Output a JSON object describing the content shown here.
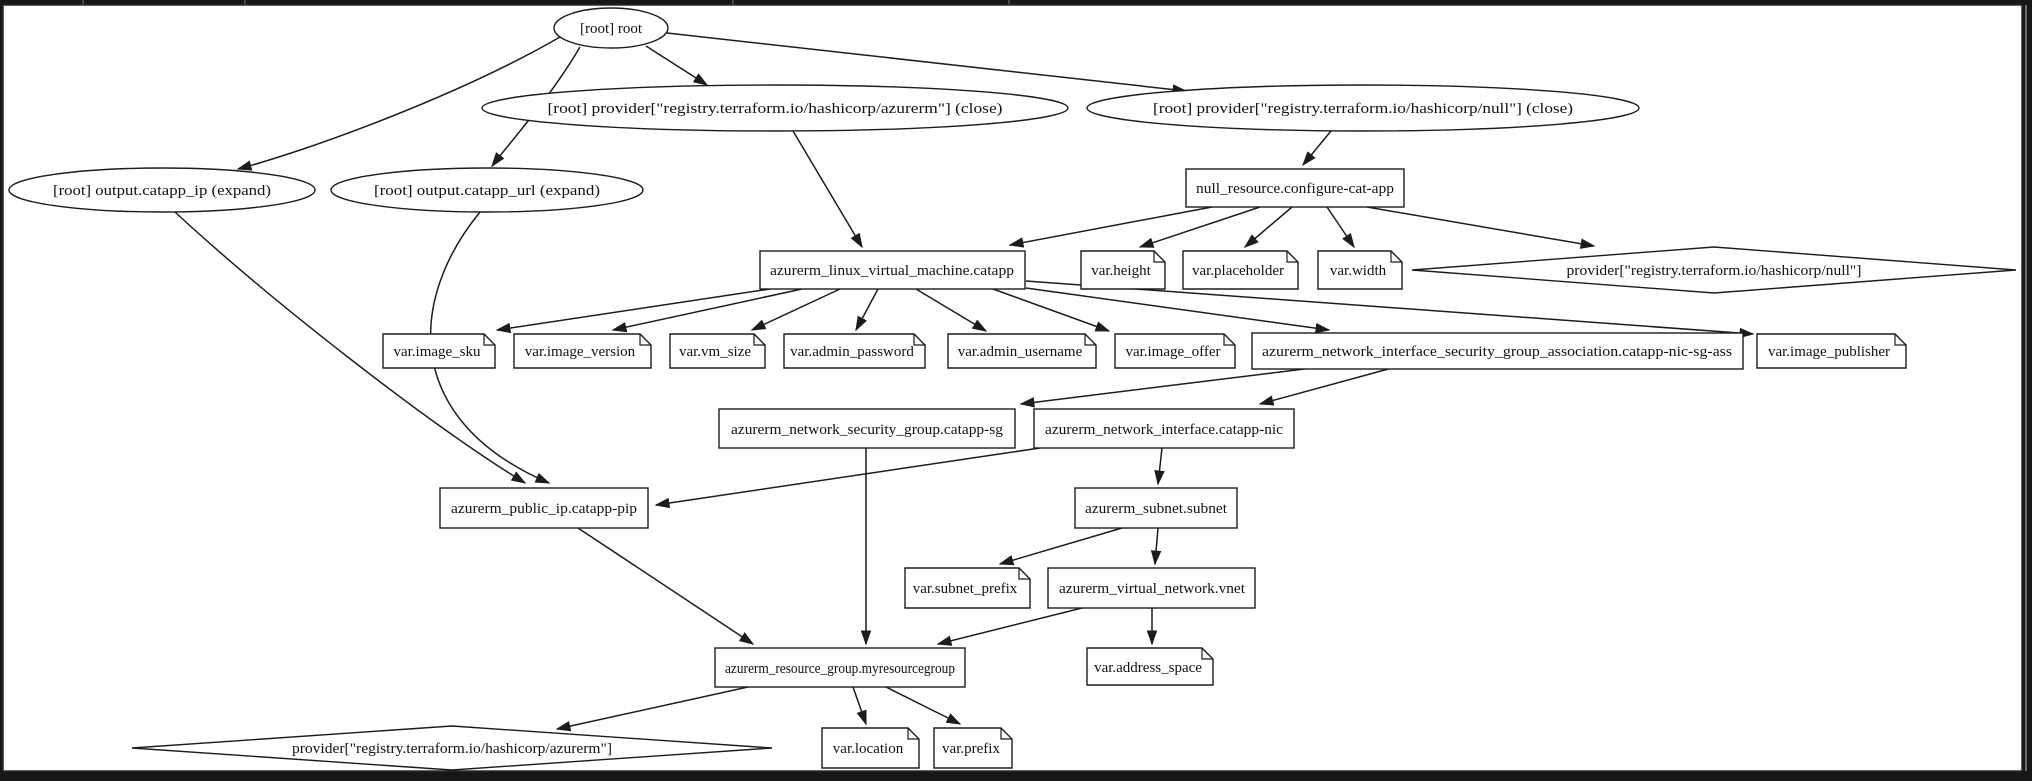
{
  "diagram": {
    "kind": "terraform dependency graph",
    "canvas_color": "#ffffff",
    "frame_color": "#171717",
    "line_color": "#1c1c1c",
    "nodes": {
      "root": {
        "label": "[root] root",
        "shape": "ellipse"
      },
      "provider_azurerm_close": {
        "label": "[root] provider[\"registry.terraform.io/hashicorp/azurerm\"] (close)",
        "shape": "ellipse"
      },
      "provider_null_close": {
        "label": "[root] provider[\"registry.terraform.io/hashicorp/null\"] (close)",
        "shape": "ellipse"
      },
      "output_catapp_ip": {
        "label": "[root] output.catapp_ip (expand)",
        "shape": "ellipse"
      },
      "output_catapp_url": {
        "label": "[root] output.catapp_url (expand)",
        "shape": "ellipse"
      },
      "null_resource_configure": {
        "label": "null_resource.configure-cat-app",
        "shape": "box"
      },
      "vm_catapp": {
        "label": "azurerm_linux_virtual_machine.catapp",
        "shape": "box"
      },
      "var_height": {
        "label": "var.height",
        "shape": "note"
      },
      "var_placeholder": {
        "label": "var.placeholder",
        "shape": "note"
      },
      "var_width": {
        "label": "var.width",
        "shape": "note"
      },
      "provider_null_diamond": {
        "label": "provider[\"registry.terraform.io/hashicorp/null\"]",
        "shape": "diamond"
      },
      "var_image_sku": {
        "label": "var.image_sku",
        "shape": "note"
      },
      "var_image_version": {
        "label": "var.image_version",
        "shape": "note"
      },
      "var_vm_size": {
        "label": "var.vm_size",
        "shape": "note"
      },
      "var_admin_password": {
        "label": "var.admin_password",
        "shape": "note"
      },
      "var_admin_username": {
        "label": "var.admin_username",
        "shape": "note"
      },
      "var_image_offer": {
        "label": "var.image_offer",
        "shape": "note"
      },
      "assoc": {
        "label": "azurerm_network_interface_security_group_association.catapp-nic-sg-ass",
        "shape": "box"
      },
      "var_image_publisher": {
        "label": "var.image_publisher",
        "shape": "note"
      },
      "nsg_catapp_sg": {
        "label": "azurerm_network_security_group.catapp-sg",
        "shape": "box"
      },
      "nic_catapp_nic": {
        "label": "azurerm_network_interface.catapp-nic",
        "shape": "box"
      },
      "public_ip_catapp_pip": {
        "label": "azurerm_public_ip.catapp-pip",
        "shape": "box"
      },
      "subnet_subnet": {
        "label": "azurerm_subnet.subnet",
        "shape": "box"
      },
      "var_subnet_prefix": {
        "label": "var.subnet_prefix",
        "shape": "note"
      },
      "vnet_vnet": {
        "label": "azurerm_virtual_network.vnet",
        "shape": "box"
      },
      "var_address_space": {
        "label": "var.address_space",
        "shape": "note"
      },
      "resource_group": {
        "label": "azurerm_resource_group.myresourcegroup",
        "shape": "box"
      },
      "provider_azurerm_diamond": {
        "label": "provider[\"registry.terraform.io/hashicorp/azurerm\"]",
        "shape": "diamond"
      },
      "var_location": {
        "label": "var.location",
        "shape": "note"
      },
      "var_prefix": {
        "label": "var.prefix",
        "shape": "note"
      }
    },
    "edges": [
      "root -> provider_azurerm_close",
      "root -> provider_null_close",
      "root -> output_catapp_ip",
      "root -> output_catapp_url",
      "provider_azurerm_close -> vm_catapp",
      "provider_null_close -> null_resource_configure",
      "null_resource_configure -> vm_catapp",
      "null_resource_configure -> var_height",
      "null_resource_configure -> var_placeholder",
      "null_resource_configure -> var_width",
      "null_resource_configure -> provider_null_diamond",
      "vm_catapp -> var_image_sku",
      "vm_catapp -> var_image_version",
      "vm_catapp -> var_vm_size",
      "vm_catapp -> var_admin_password",
      "vm_catapp -> var_admin_username",
      "vm_catapp -> var_image_offer",
      "vm_catapp -> assoc",
      "vm_catapp -> var_image_publisher",
      "assoc -> nsg_catapp_sg",
      "assoc -> nic_catapp_nic",
      "nsg_catapp_sg -> resource_group",
      "nic_catapp_nic -> public_ip_catapp_pip",
      "nic_catapp_nic -> subnet_subnet",
      "subnet_subnet -> var_subnet_prefix",
      "subnet_subnet -> vnet_vnet",
      "vnet_vnet -> var_address_space",
      "vnet_vnet -> resource_group",
      "public_ip_catapp_pip -> resource_group",
      "output_catapp_ip -> public_ip_catapp_pip",
      "output_catapp_url -> public_ip_catapp_pip",
      "resource_group -> provider_azurerm_diamond",
      "resource_group -> var_location",
      "resource_group -> var_prefix"
    ]
  }
}
